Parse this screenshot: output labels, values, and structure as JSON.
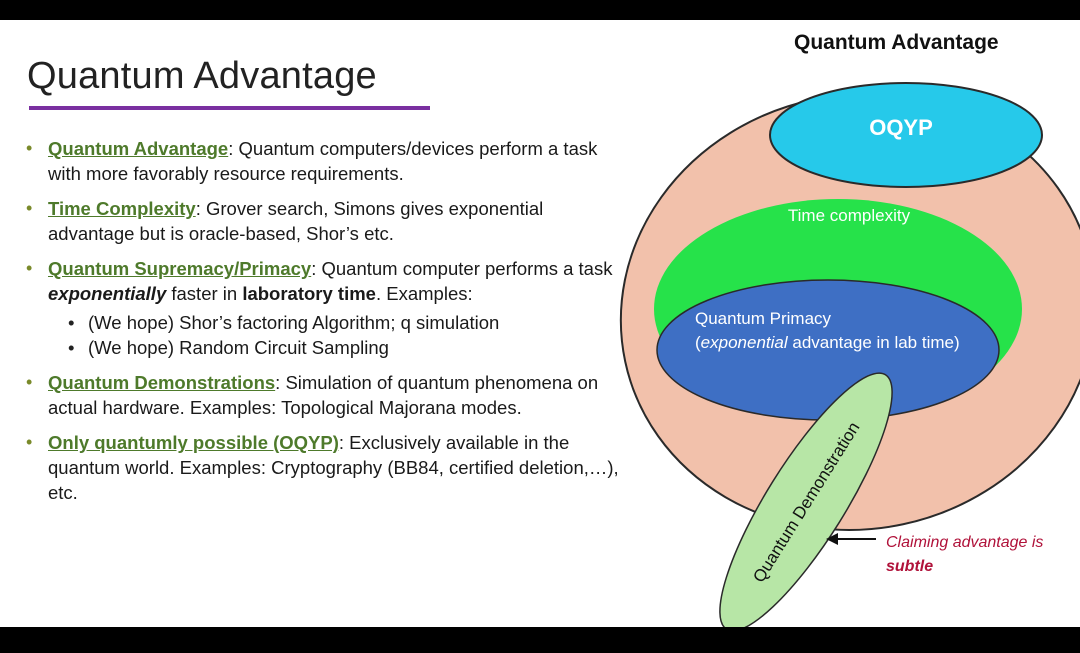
{
  "slide": {
    "title": "Quantum Advantage",
    "bullets": [
      {
        "term": "Quantum Advantage",
        "text": ": Quantum computers/devices perform a task with more favorably resource requirements."
      },
      {
        "term": "Time Complexity",
        "text": ":  Grover search, Simons gives exponential advantage but is oracle-based, Shor’s etc."
      },
      {
        "term": "Quantum Supremacy/Primacy",
        "text_a": ": Quantum computer performs a task ",
        "emph": "exponentially",
        "text_b": " faster in ",
        "bold": "laboratory time",
        "text_c": ". Examples:",
        "sub": [
          "(We hope) Shor’s factoring Algorithm; q simulation",
          "(We hope) Random Circuit Sampling"
        ]
      },
      {
        "term": "Quantum Demonstrations",
        "text": ": Simulation of quantum phenomena on actual hardware. Examples: Topological Majorana modes."
      },
      {
        "term": "Only quantumly possible (OQYP)",
        "text": ": Exclusively available in the quantum world. Examples: Cryptography (BB84, certified deletion,…), etc."
      }
    ]
  },
  "diagram": {
    "title": "Quantum Advantage",
    "oqyp": "OQYP",
    "time_complexity": "Time complexity",
    "primacy_line1": "Quantum Primacy",
    "primacy_line2_em": "exponential",
    "primacy_line2_rest": " advantage in lab time)",
    "primacy_line2_open": "(",
    "demonstration": "Quantum Demonstration",
    "claim_line1": "Claiming advantage is",
    "claim_line2": "subtle",
    "colors": {
      "outer": "#f2c1ab",
      "oqyp": "#26c9ea",
      "time": "#26e24a",
      "primacy": "#3e6fc4",
      "demo": "#b7e6a6",
      "claim_text": "#b0123a",
      "title_rule": "#7a2fa0",
      "term": "#4e7a2b"
    }
  }
}
